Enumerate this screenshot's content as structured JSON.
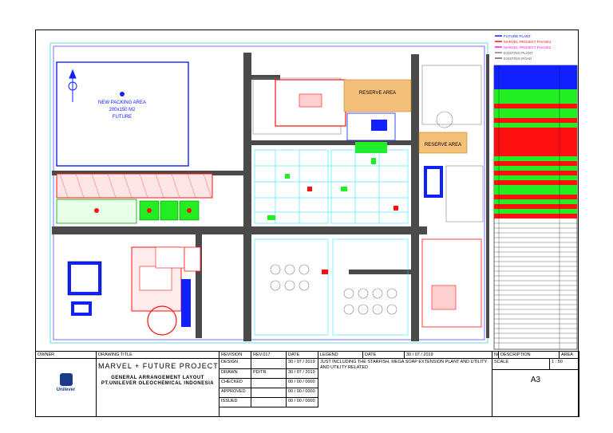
{
  "plan_labels": {
    "new_packing": "NEW PACKING AREA",
    "new_packing_size": "200x150 M2",
    "future": "FUTURE",
    "reserve_area_1": "RESERVE AREA",
    "reserve_area_2": "RESERVE AREA"
  },
  "legend_top": [
    {
      "label": "FUTURE PLANT",
      "color": "#1020ff"
    },
    {
      "label": "MARVEL PROJECT PHASE1",
      "color": "#ff1010"
    },
    {
      "label": "MARVEL PROJECT PHASE2",
      "color": "#ff10ff"
    },
    {
      "label": "EXISTING PLANT",
      "color": "#808080"
    },
    {
      "label": "EXISTING ROAD",
      "color": "#606060"
    }
  ],
  "colors": {
    "road": "#4a4a4a",
    "future": "#1020ff",
    "phase1": "#ff1010",
    "phase2": "#ff10ff",
    "green": "#22ee22",
    "reserve": "#f5c07a",
    "existing": "#00e5ff"
  },
  "titleblock": {
    "owner": "OWNER",
    "drawing_title_hdr": "DRAWING TITLE",
    "project": "MARVEL + FUTURE PROJECT",
    "subtitle1": "GENERAL ARRANGEMENT LAYOUT",
    "subtitle2": "PT.UNILEVER OLEOCHEMICAL INDONESIA",
    "logo_text": "Unilever",
    "revision": "REVISION",
    "rev_value": "REV.017",
    "date_hdr": "DATE",
    "design": "DESIGN",
    "design_date": "30 / 07 / 2019",
    "drawn": "DRAWN",
    "drawn_by": "PD/TR",
    "drawn_date": "30 / 07 / 2019",
    "checked": "CHECKED",
    "checked_date": "00 / 00 / 0000",
    "approved": "APPROVED",
    "approved_date": "00 / 00 / 0000",
    "issued": "ISSUED",
    "issued_date": "00 / 00 / 0000",
    "legend_hdr": "LEGEND",
    "legend_date_hdr": "DATE",
    "legend_date": "30 / 07 / 2019",
    "note": "JUST INCLUDING THE STARFISH, MEGA SOAP EXTENSION PLANT AND UTILITY",
    "note2": "AND UTILITY RELATED",
    "scale_hdr": "SCALE",
    "scale_val": "1 : 50",
    "sheet_size": "A3",
    "no_hdr": "No.",
    "desc_hdr": "DESCRIPTION",
    "area_hdr": "AREA"
  }
}
